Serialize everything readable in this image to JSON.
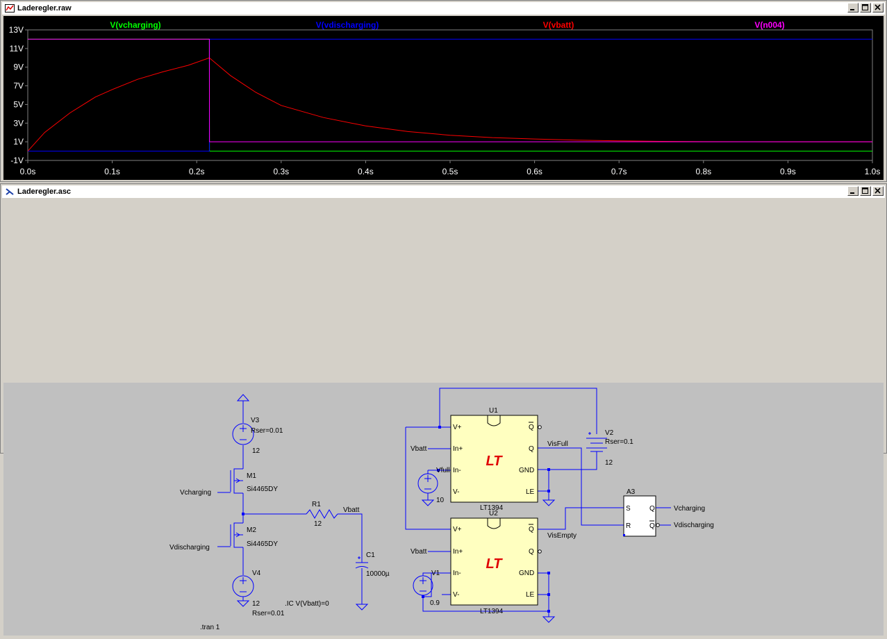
{
  "waveform_window": {
    "title": "Laderegler.raw",
    "controls": [
      "minimize",
      "maximize",
      "close"
    ]
  },
  "schematic_window": {
    "title": "Laderegler.asc",
    "controls": [
      "minimize",
      "maximize",
      "close"
    ]
  },
  "chart_data": {
    "type": "line",
    "title": "",
    "xlabel": "",
    "ylabel": "",
    "xlim": [
      0,
      1.0
    ],
    "ylim": [
      -1,
      13
    ],
    "x_ticks": [
      "0.0s",
      "0.1s",
      "0.2s",
      "0.3s",
      "0.4s",
      "0.5s",
      "0.6s",
      "0.7s",
      "0.8s",
      "0.9s",
      "1.0s"
    ],
    "y_ticks": [
      "-1V",
      "1V",
      "3V",
      "5V",
      "7V",
      "9V",
      "11V",
      "13V"
    ],
    "grid": false,
    "legend_position": "top",
    "series": [
      {
        "name": "V(vcharging)",
        "color": "#00ff00",
        "x": [
          0,
          0.215,
          0.2151,
          1.0
        ],
        "y": [
          12,
          12,
          0,
          0
        ]
      },
      {
        "name": "V(vdischarging)",
        "color": "#0000ff",
        "x": [
          0,
          0.215,
          0.2151,
          1.0
        ],
        "y": [
          0,
          0,
          12,
          12
        ]
      },
      {
        "name": "V(vbatt)",
        "color": "#ff0000",
        "x": [
          0,
          0.02,
          0.05,
          0.08,
          0.1,
          0.13,
          0.16,
          0.19,
          0.215,
          0.24,
          0.27,
          0.3,
          0.35,
          0.4,
          0.45,
          0.5,
          0.55,
          0.6,
          0.65,
          0.7,
          0.75,
          0.8,
          0.9,
          1.0
        ],
        "y": [
          0,
          2.0,
          4.1,
          5.8,
          6.6,
          7.7,
          8.5,
          9.2,
          10.0,
          8.1,
          6.3,
          4.9,
          3.6,
          2.7,
          2.1,
          1.7,
          1.45,
          1.3,
          1.18,
          1.1,
          1.05,
          1.02,
          1.0,
          1.0
        ]
      },
      {
        "name": "V(n004)",
        "color": "#ff00ff",
        "x": [
          0,
          0.215,
          0.2151,
          1.0
        ],
        "y": [
          12,
          12,
          1,
          1
        ]
      }
    ]
  },
  "schematic": {
    "V3": {
      "ref": "V3",
      "param": "Rser=0.01",
      "value": "12"
    },
    "V4": {
      "ref": "V4",
      "value": "12",
      "param": "Rser=0.01"
    },
    "M1": {
      "ref": "M1",
      "model": "Si4465DY"
    },
    "M2": {
      "ref": "M2",
      "model": "Si4465DY"
    },
    "R1": {
      "ref": "R1",
      "value": "12"
    },
    "C1": {
      "ref": "C1",
      "value": "10000µ"
    },
    "V2": {
      "ref": "V2",
      "param": "Rser=0.1",
      "value": "12"
    },
    "V_full": {
      "ref": "Vfull",
      "value": "10"
    },
    "V1": {
      "ref": "V1",
      "value": "0.9"
    },
    "U1": {
      "ref": "U1",
      "part": "LT1394",
      "pins_left": [
        "V+",
        "In+",
        "In-",
        "V-"
      ],
      "pins_right": [
        "Q",
        "Q",
        "GND",
        "LE"
      ]
    },
    "U2": {
      "ref": "U2",
      "part": "LT1394",
      "pins_left": [
        "V+",
        "In+",
        "In-",
        "V-"
      ],
      "pins_right": [
        "Q",
        "Q",
        "GND",
        "LE"
      ]
    },
    "A3": {
      "ref": "A3",
      "pins_left": [
        "S",
        "R"
      ],
      "pins_right": [
        "Q",
        "Q"
      ]
    },
    "nets": {
      "vcharging": "Vcharging",
      "vdischarging": "Vdischarging",
      "vbatt": "Vbatt",
      "visfull": "VisFull",
      "visempty": "VisEmpty"
    },
    "directives": {
      "ic": ".IC V(Vbatt)=0",
      "tran": ".tran 1"
    },
    "logo_text": "LT"
  }
}
